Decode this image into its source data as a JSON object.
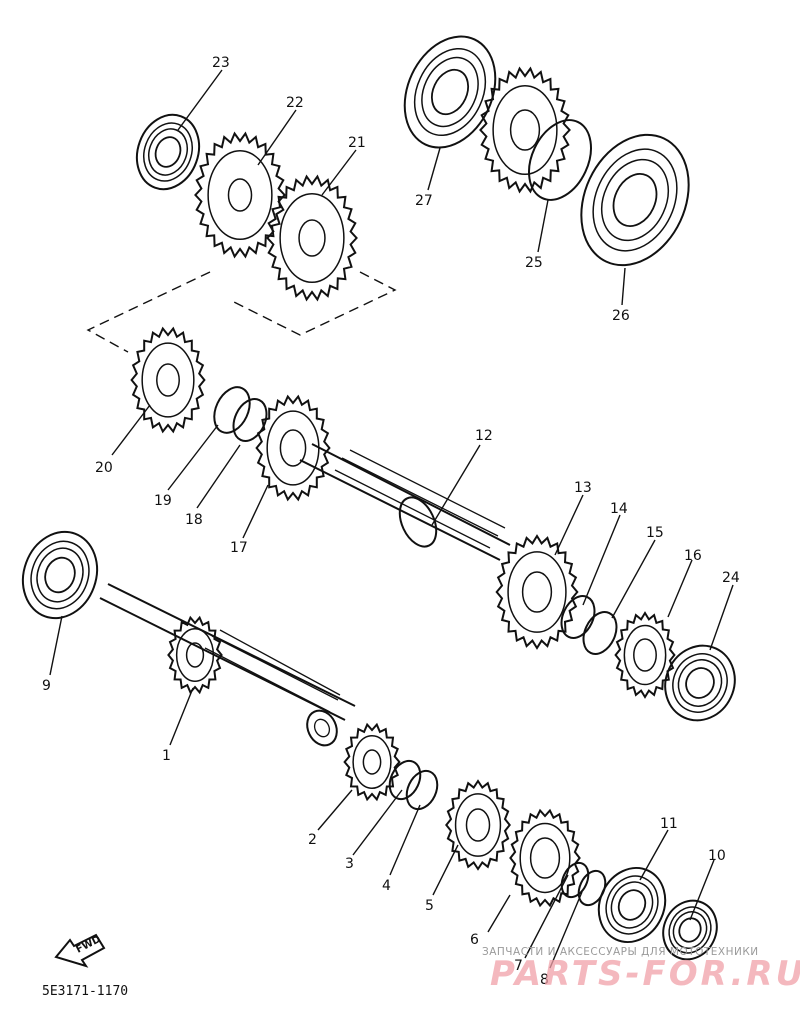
{
  "diagram": {
    "drawing_code": "5E3171-1170",
    "direction_badge": "FWD",
    "callouts": [
      {
        "id": "c1",
        "label": "1"
      },
      {
        "id": "c2",
        "label": "2"
      },
      {
        "id": "c3",
        "label": "3"
      },
      {
        "id": "c4",
        "label": "4"
      },
      {
        "id": "c5",
        "label": "5"
      },
      {
        "id": "c6",
        "label": "6"
      },
      {
        "id": "c7",
        "label": "7"
      },
      {
        "id": "c8",
        "label": "8"
      },
      {
        "id": "c9",
        "label": "9"
      },
      {
        "id": "c10",
        "label": "10"
      },
      {
        "id": "c11",
        "label": "11"
      },
      {
        "id": "c12",
        "label": "12"
      },
      {
        "id": "c13",
        "label": "13"
      },
      {
        "id": "c14",
        "label": "14"
      },
      {
        "id": "c15",
        "label": "15"
      },
      {
        "id": "c16",
        "label": "16"
      },
      {
        "id": "c17",
        "label": "17"
      },
      {
        "id": "c18",
        "label": "18"
      },
      {
        "id": "c19",
        "label": "19"
      },
      {
        "id": "c20",
        "label": "20"
      },
      {
        "id": "c21",
        "label": "21"
      },
      {
        "id": "c22",
        "label": "22"
      },
      {
        "id": "c23",
        "label": "23"
      },
      {
        "id": "c24",
        "label": "24"
      },
      {
        "id": "c25",
        "label": "25"
      },
      {
        "id": "c26",
        "label": "26"
      },
      {
        "id": "c27",
        "label": "27"
      }
    ]
  },
  "watermark": {
    "tagline": "ЗАПЧАСТИ И АКСЕССУАРЫ ДЛЯ МОТОТЕХНИКИ",
    "brand": "PARTS-FOR.RU"
  },
  "colors": {
    "line": "#111111",
    "background": "#ffffff",
    "watermark_brand": "#f0a0a8",
    "watermark_text": "#9a9a9a"
  }
}
